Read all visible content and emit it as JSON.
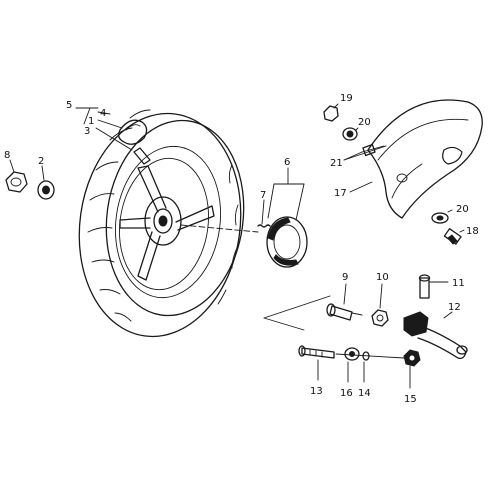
{
  "diagram": {
    "ink_color": "#1a1a1a",
    "background": "#ffffff",
    "callouts": [
      "1",
      "2",
      "3",
      "4",
      "5",
      "6",
      "7",
      "8",
      "9",
      "10",
      "11",
      "12",
      "13",
      "14",
      "15",
      "16",
      "17",
      "18",
      "19",
      "20",
      "20",
      "21"
    ]
  }
}
